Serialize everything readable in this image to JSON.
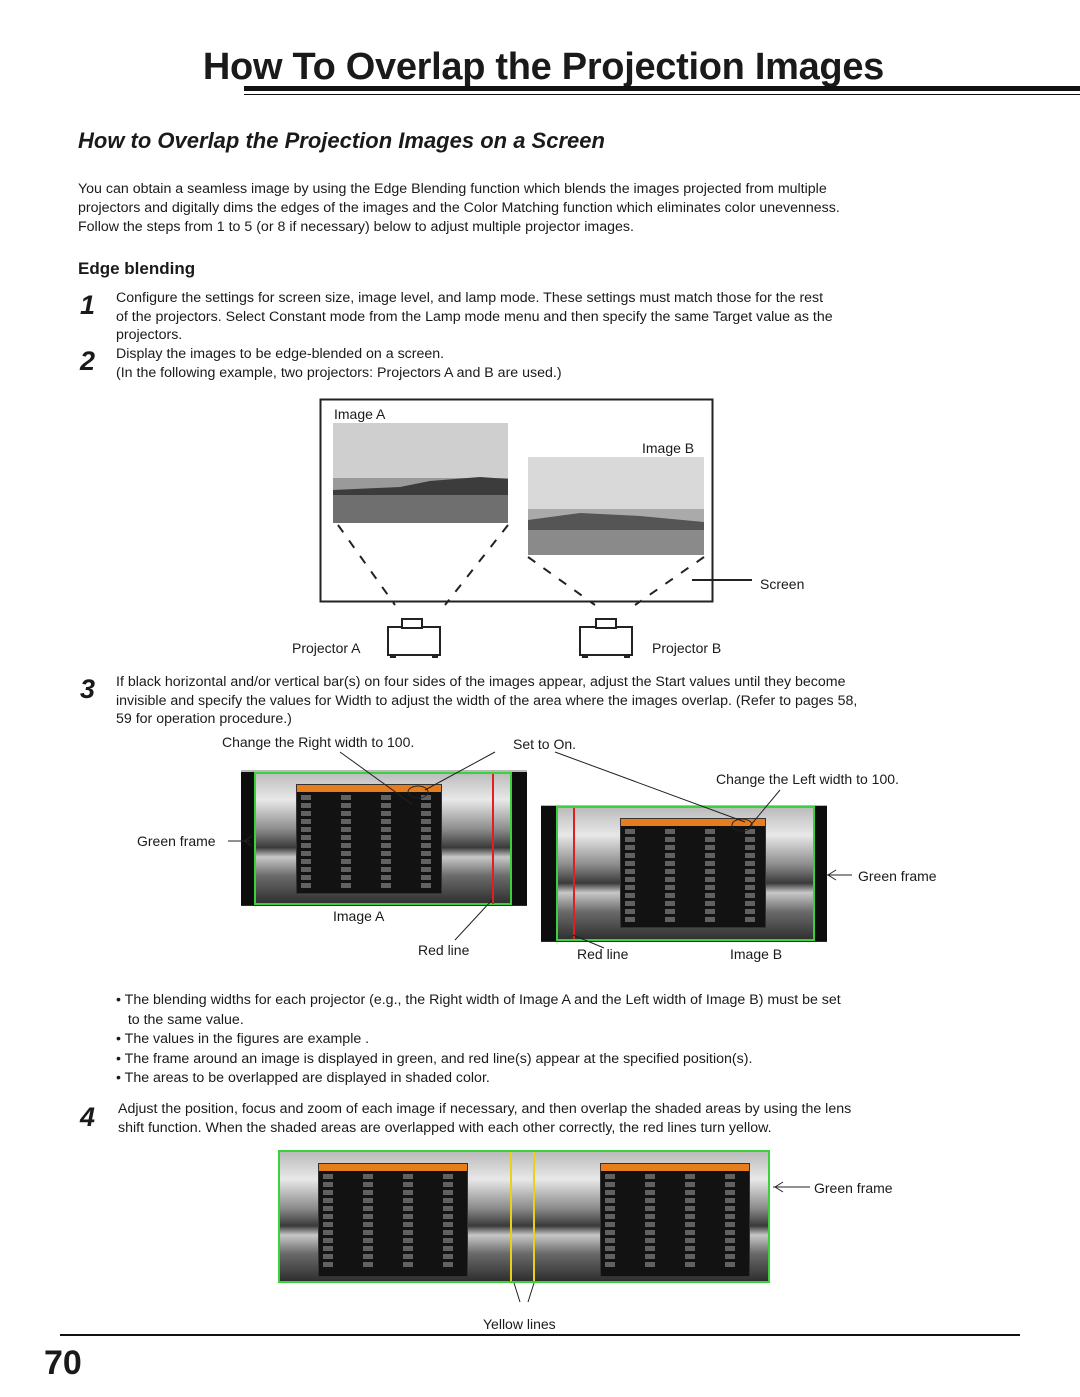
{
  "header": {
    "title": "How To Overlap the Projection Images"
  },
  "section_title": "How to Overlap the Projection Images on a Screen",
  "intro": [
    "You can obtain a seamless image by using the Edge Blending function which blends the images projected from multiple",
    "projectors and digitally dims the edges of the images and the Color Matching function which eliminates color unevenness.",
    "Follow the steps from 1 to 5 (or 8 if necessary) below to adjust multiple projector images."
  ],
  "subsection": "Edge blending",
  "steps": {
    "s1": {
      "num": "1",
      "lines": [
        "Configure the settings for screen size, image level, and lamp mode. These settings must match those for the rest",
        "of the projectors. Select Constant mode from the Lamp mode menu and then specify the same Target value as the",
        "projectors."
      ]
    },
    "s2": {
      "num": "2",
      "lines": [
        "Display the images to be edge-blended on a screen.",
        "(In the following example, two projectors: Projectors A and B are used.)"
      ]
    },
    "s3": {
      "num": "3",
      "lines": [
        "If black horizontal and/or vertical bar(s) on four sides of the images appear, adjust the Start values until they become",
        "invisible and specify the values for Width to adjust the width of the area where the images overlap. (Refer to pages 58,",
        "59 for operation procedure.)"
      ]
    },
    "s4": {
      "num": "4",
      "lines": [
        "Adjust the position, focus and zoom of each image if necessary, and then overlap the shaded areas by using the lens",
        "shift function. When the shaded areas are overlapped with each other correctly, the red lines turn yellow."
      ]
    }
  },
  "fig1": {
    "image_a": "Image A",
    "image_b": "Image B",
    "screen": "Screen",
    "projector_a": "Projector A",
    "projector_b": "Projector B"
  },
  "fig2": {
    "right_width": "Change the Right width to 100.",
    "set_on": "Set to On.",
    "left_width": "Change the Left width to 100.",
    "green_frame_left": "Green frame",
    "green_frame_right": "Green frame",
    "image_a": "Image A",
    "red_line_a": "Red line",
    "red_line_b": "Red line",
    "image_b": "Image B"
  },
  "bullets": [
    "• The blending widths for each projector (e.g., the Right width of Image A and the Left width of Image B) must be set",
    "   to the same value.",
    "• The values in the figures are example .",
    "• The frame around an image is displayed in green, and red line(s) appear at the specified position(s).",
    "• The areas to be overlapped are displayed in shaded color."
  ],
  "fig3": {
    "green_frame": "Green frame",
    "yellow_lines": "Yellow lines"
  },
  "page_number": "70",
  "colors": {
    "green_frame": "#39d23c",
    "red_line": "#e02020",
    "yellow_line": "#e6d21a",
    "osd_title": "#e87d1e"
  }
}
